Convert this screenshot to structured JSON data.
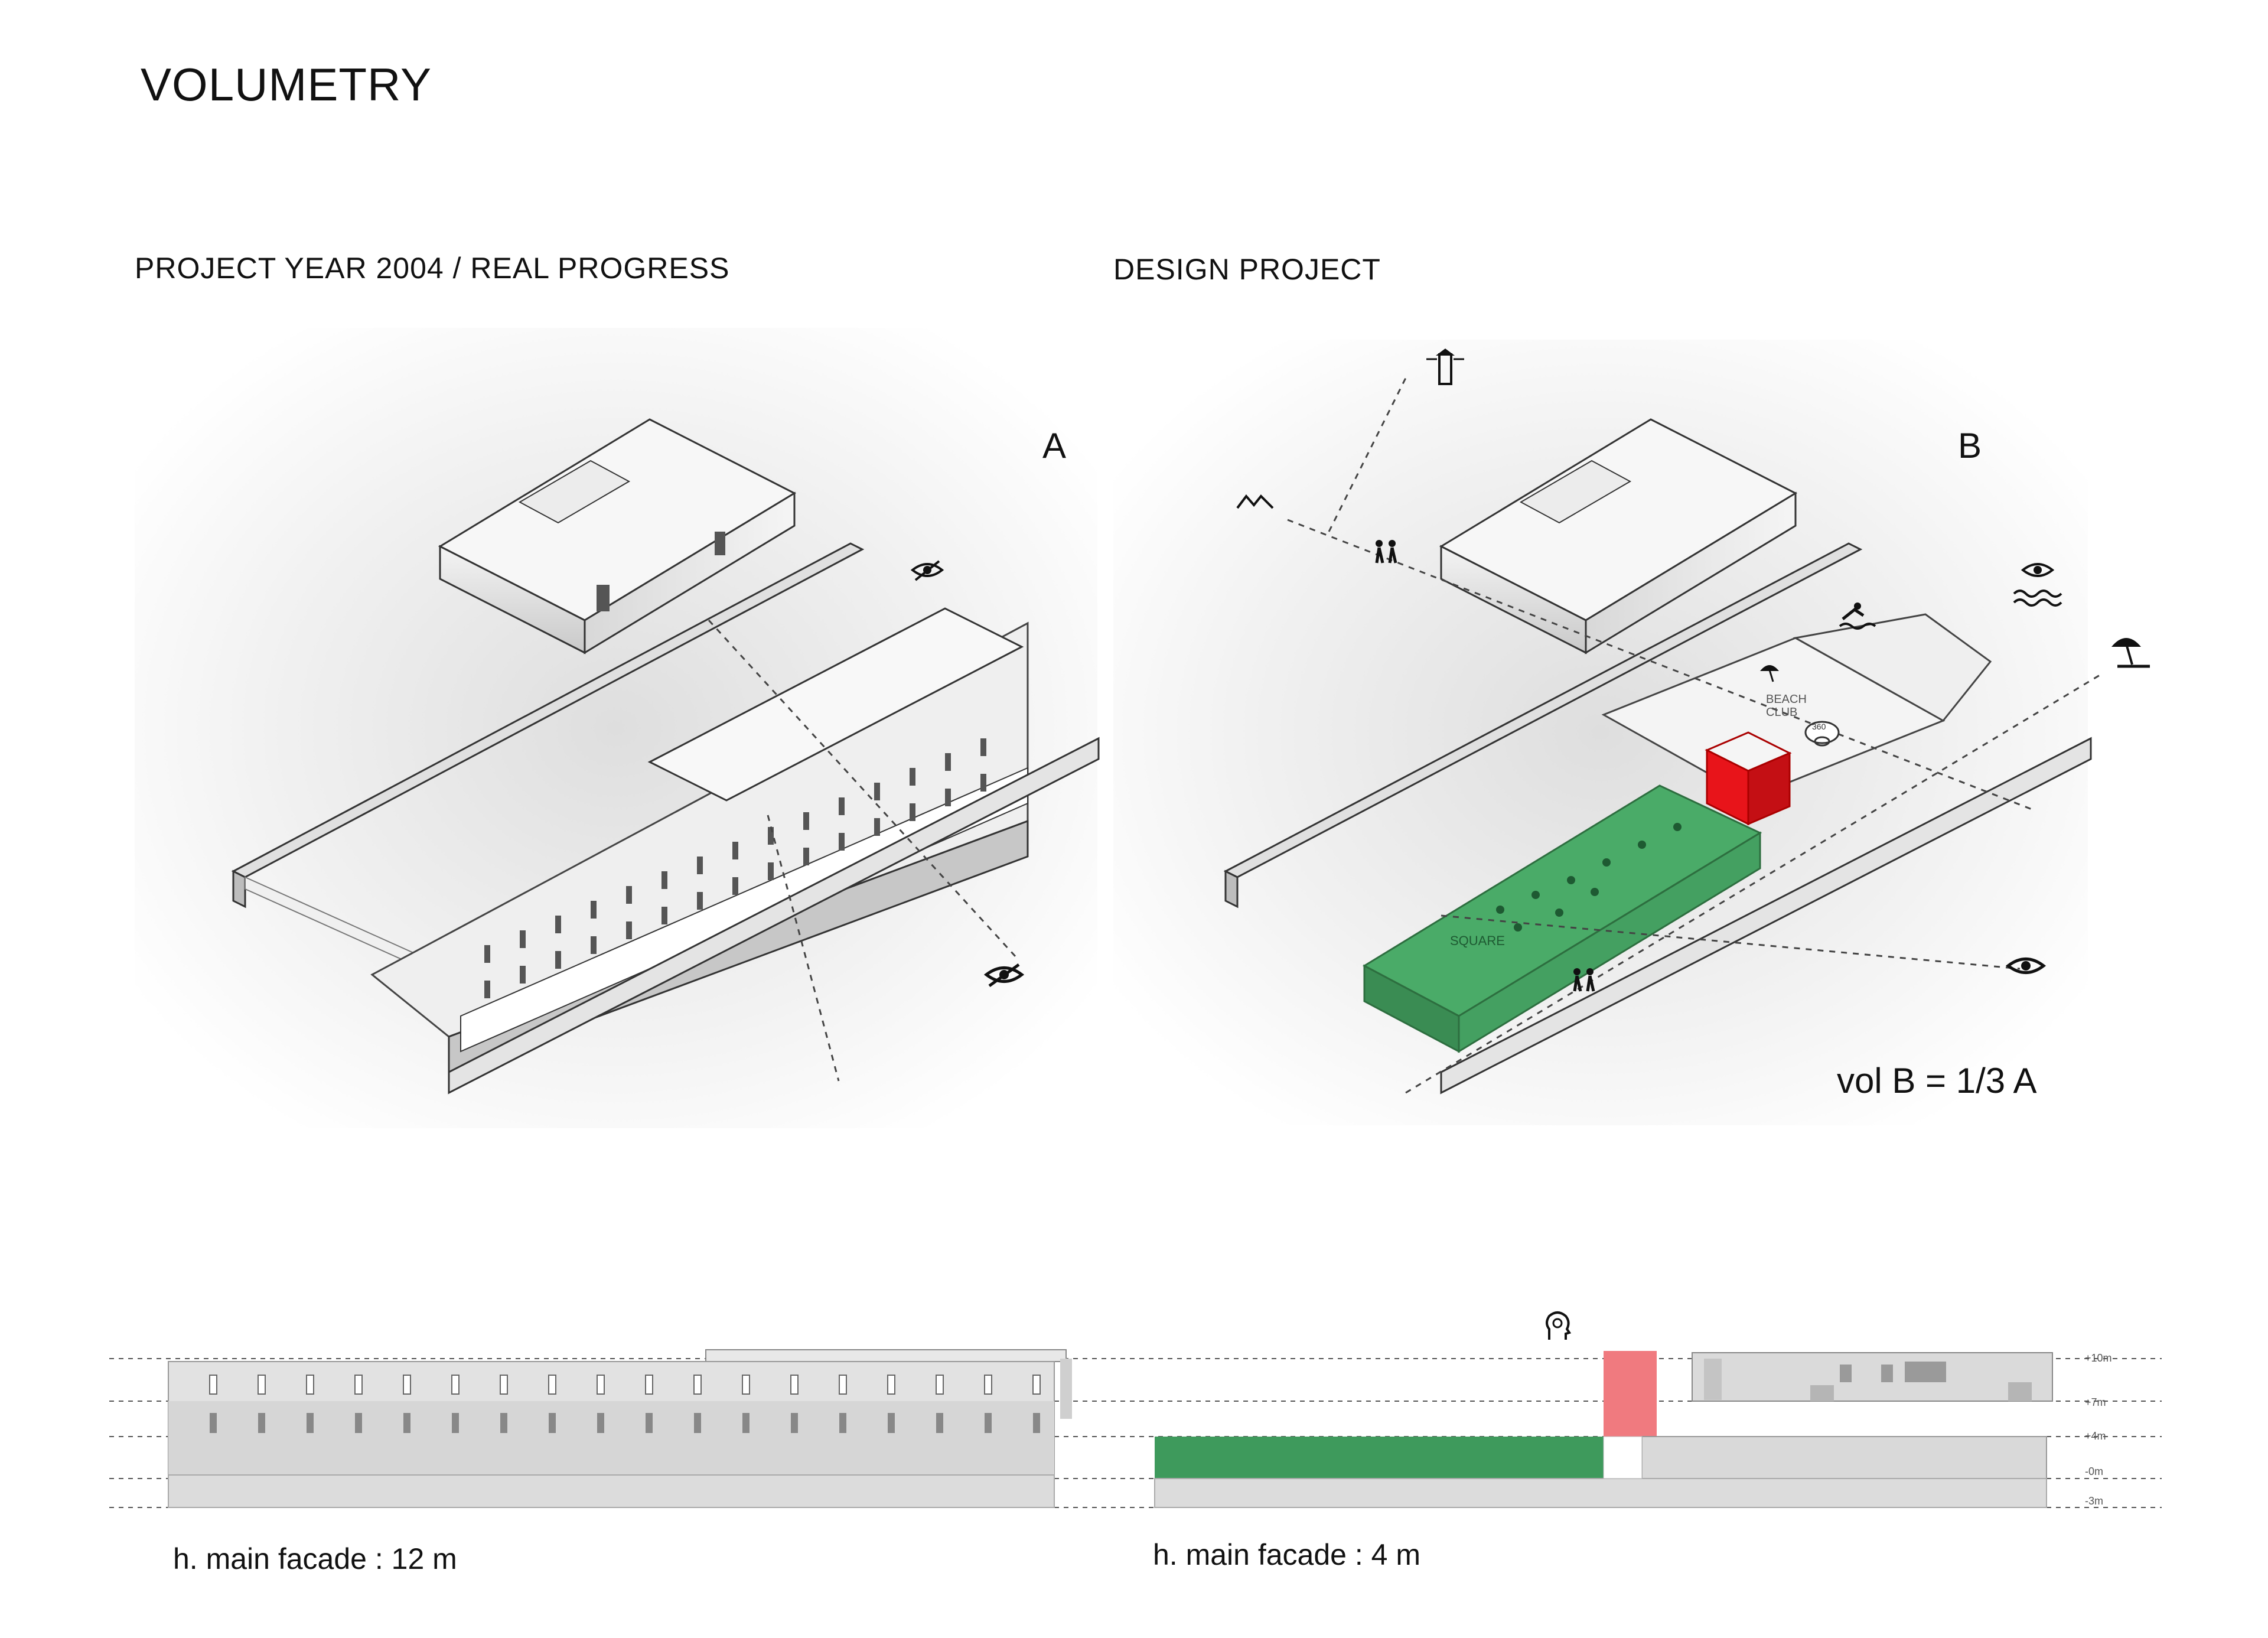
{
  "page": {
    "title": "VOLUMETRY"
  },
  "left_panel": {
    "heading": "PROJECT YEAR 2004 / REAL PROGRESS",
    "label": "A",
    "facade_text": "h. main facade : 12 m"
  },
  "right_panel": {
    "heading": "DESIGN PROJECT",
    "label": "B",
    "ratio_text": "vol B = 1/3 A",
    "facade_text": "h. main facade : 4 m",
    "zone_labels": {
      "beach_club_line1": "BEACH",
      "beach_club_line2": "CLUB",
      "square": "SQUARE",
      "badge_360": "360"
    }
  },
  "elevation_levels": [
    "+10m",
    "+7m",
    "+4m",
    "-0m",
    "-3m"
  ],
  "icons": [
    "eye-icon",
    "eye-crossed-icon",
    "lighthouse-icon",
    "walking-people-icon",
    "waves-icon",
    "swimmer-icon",
    "umbrella-icon",
    "mountain-icon",
    "head-gear-icon"
  ],
  "colors": {
    "green_square": "#3e9a5c",
    "red_volume": "#e8141a",
    "red_elevation": "#f07a7f",
    "building_gray": "#e6e6e6"
  }
}
